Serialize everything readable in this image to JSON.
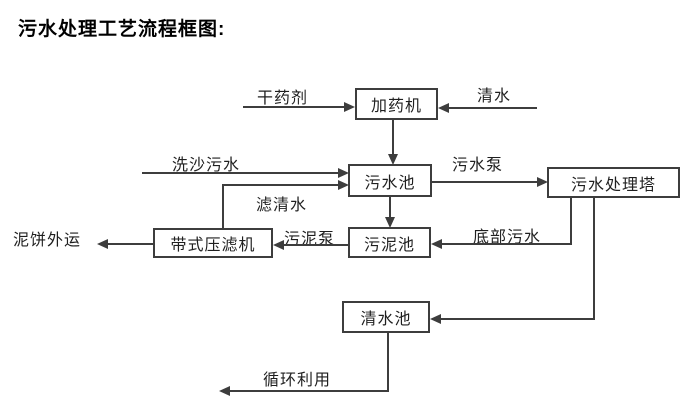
{
  "title": "污水处理工艺流程框图:",
  "diagram": {
    "nodes": {
      "dosing_machine": "加药机",
      "sewage_pool": "污水池",
      "treatment_tower": "污水处理塔",
      "sludge_pool": "污泥池",
      "belt_filter_press": "带式压滤机",
      "clean_water_pool": "清水池"
    },
    "edge_labels": {
      "dry_agent": "干药剂",
      "clean_water": "清水",
      "sand_washing_sewage": "洗沙污水",
      "sewage_pump": "污水泵",
      "filtered_water": "滤清水",
      "sludge_pump": "污泥泵",
      "mud_cake_outbound": "泥饼外运",
      "bottom_sewage": "底部污水",
      "recycling_use": "循环利用"
    },
    "edges": [
      {
        "from": null,
        "to": "加药机",
        "label": "干药剂"
      },
      {
        "from": null,
        "to": "加药机",
        "label": "清水"
      },
      {
        "from": "加药机",
        "to": "污水池",
        "label": null
      },
      {
        "from": null,
        "to": "污水池",
        "label": "洗沙污水"
      },
      {
        "from": "带式压滤机",
        "to": "污水池",
        "label": "滤清水"
      },
      {
        "from": "污水池",
        "to": "污水处理塔",
        "label": "污水泵"
      },
      {
        "from": "污水池",
        "to": "污泥池",
        "label": null
      },
      {
        "from": "污水处理塔",
        "to": "污泥池",
        "label": "底部污水"
      },
      {
        "from": "污泥池",
        "to": "带式压滤机",
        "label": "污泥泵"
      },
      {
        "from": "带式压滤机",
        "to": null,
        "label": "泥饼外运"
      },
      {
        "from": "污水处理塔",
        "to": "清水池",
        "label": null
      },
      {
        "from": "清水池",
        "to": null,
        "label": "循环利用"
      }
    ]
  },
  "colors": {
    "line": "#3d3d3d",
    "text": "#1f1f1f",
    "background": "#ffffff"
  }
}
